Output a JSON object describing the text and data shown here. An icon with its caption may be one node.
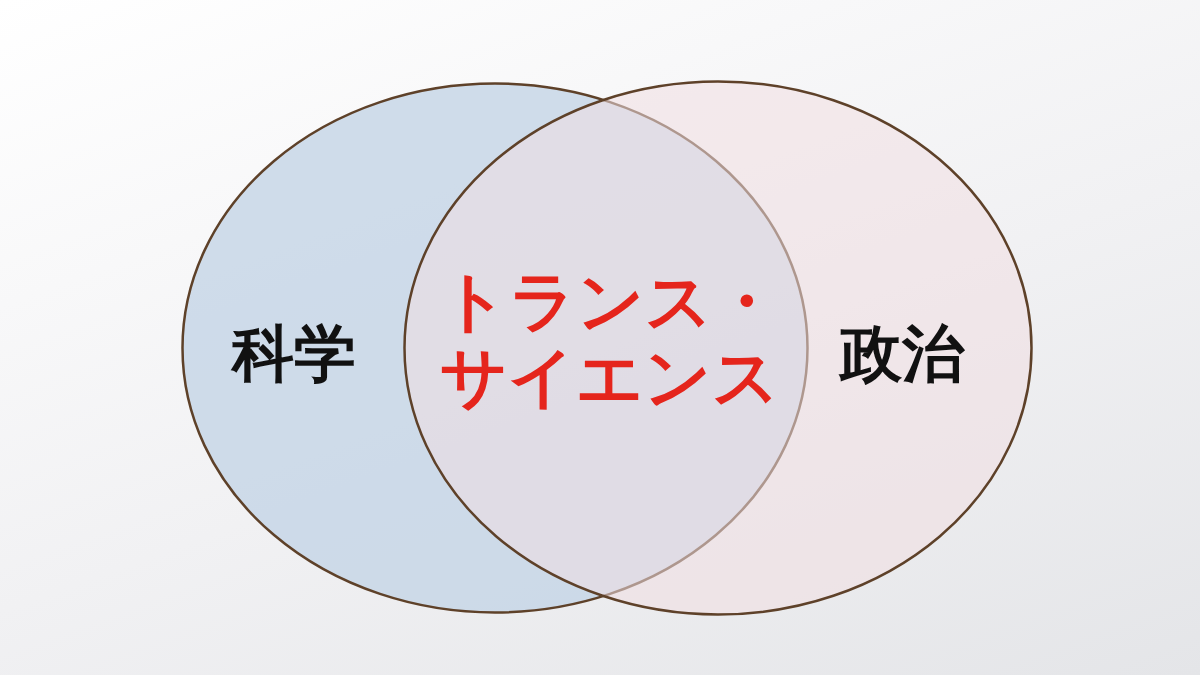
{
  "diagram": {
    "nodes": [
      {
        "text": [
          "科学"
        ]
      },
      {
        "text": [
          "政治"
        ]
      },
      {
        "text": [
          "トランス・サイエンス"
        ]
      }
    ],
    "edges": []
  }
}
